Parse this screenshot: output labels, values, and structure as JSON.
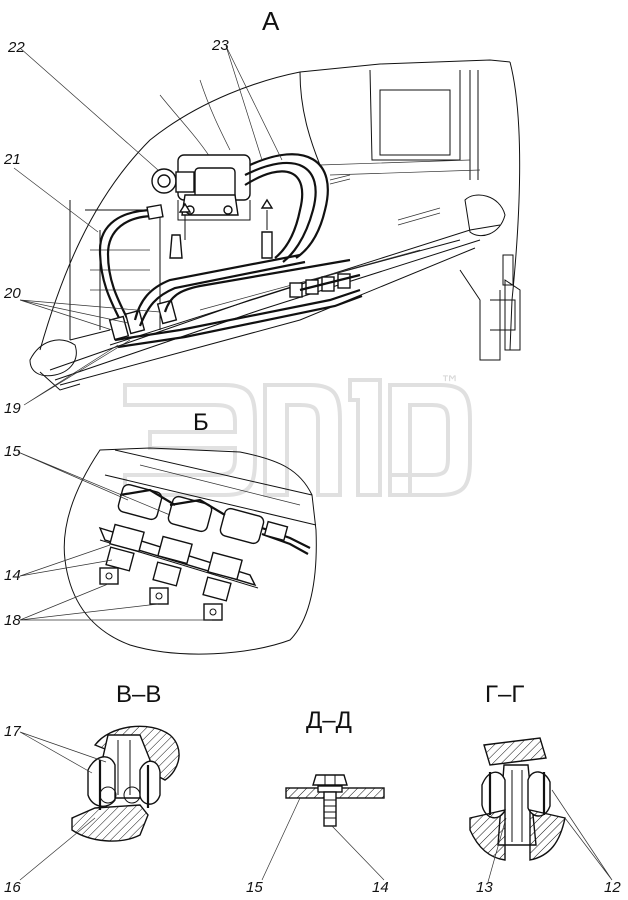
{
  "views": {
    "A": {
      "title": "А"
    },
    "B": {
      "title": "Б"
    },
    "VV": {
      "title": "В–В"
    },
    "DD": {
      "title": "Д–Д"
    },
    "GG": {
      "title": "Г–Г"
    }
  },
  "callouts": {
    "n22": "22",
    "n23": "23",
    "n21": "21",
    "n20": "20",
    "n19": "19",
    "n15a": "15",
    "n14a": "14",
    "n18": "18",
    "n17": "17",
    "n16": "16",
    "n15b": "15",
    "n14b": "14",
    "n13": "13",
    "n12": "12"
  },
  "watermark": {
    "tm": "™",
    "color": "#c8c8c8"
  }
}
